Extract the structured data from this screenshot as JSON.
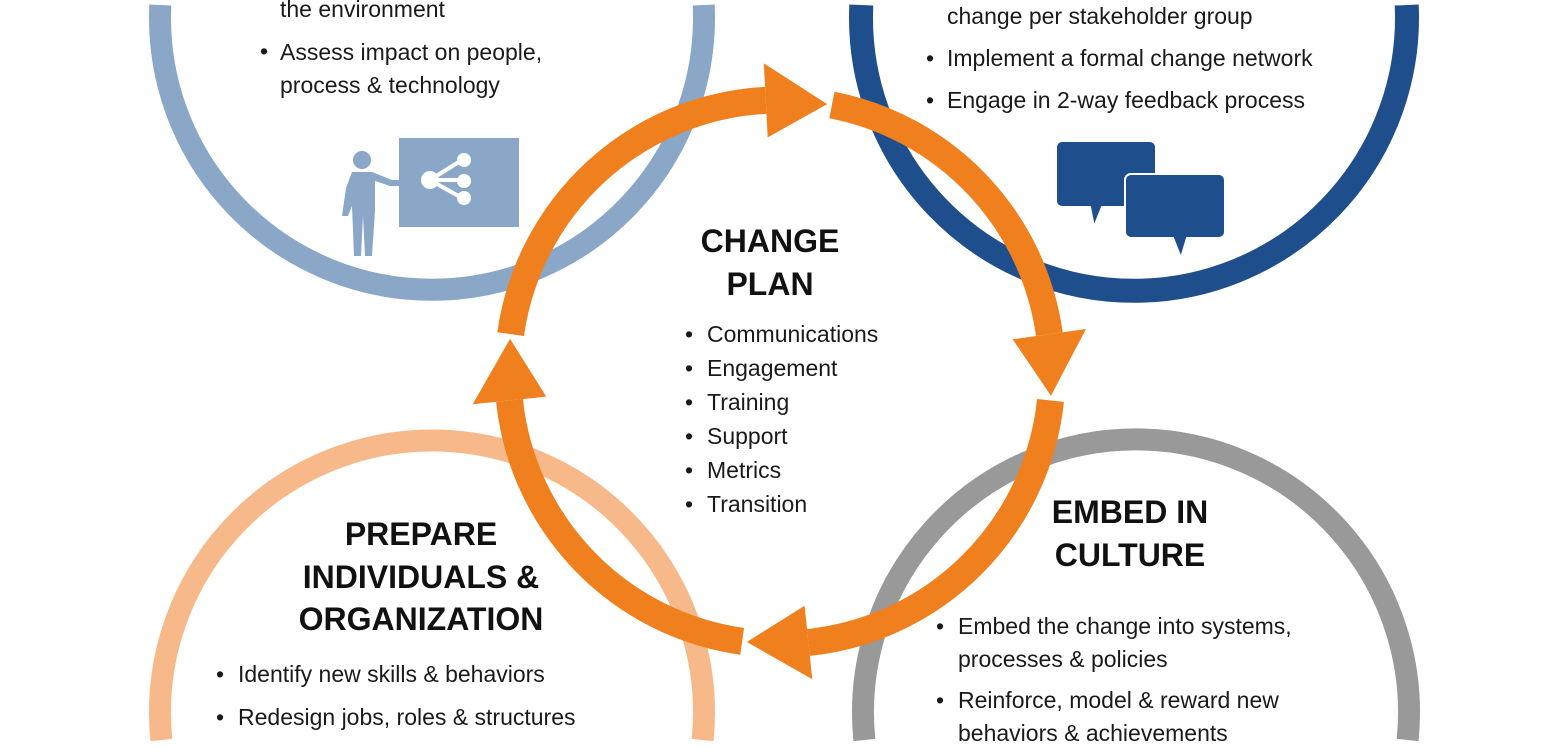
{
  "colors": {
    "assess": "#8aa7c8",
    "engage": "#1f4e8c",
    "plan": "#f07f1e",
    "prepare": "#f7b98a",
    "embed": "#999999"
  },
  "assess": {
    "lines": [
      "the environment",
      "Assess impact on people,",
      "process & technology"
    ],
    "icon": "presenter-network-icon"
  },
  "engage": {
    "lines": [
      "change per stakeholder group",
      "Implement a formal change network",
      "Engage in 2-way feedback process"
    ],
    "icon": "chat-bubbles-icon"
  },
  "plan": {
    "title": [
      "CHANGE",
      "PLAN"
    ],
    "items": [
      "Communications",
      "Engagement",
      "Training",
      "Support",
      "Metrics",
      "Transition"
    ]
  },
  "prepare": {
    "title": [
      "PREPARE",
      "INDIVIDUALS &",
      "ORGANIZATION"
    ],
    "bullets": [
      "Identify new skills  & behaviors",
      "Redesign jobs, roles & structures"
    ]
  },
  "embed": {
    "title": [
      "EMBED IN",
      "CULTURE"
    ],
    "lines": [
      "Embed the change into systems,",
      "processes & policies",
      "Reinforce, model & reward new",
      "behaviors & achievements"
    ]
  }
}
